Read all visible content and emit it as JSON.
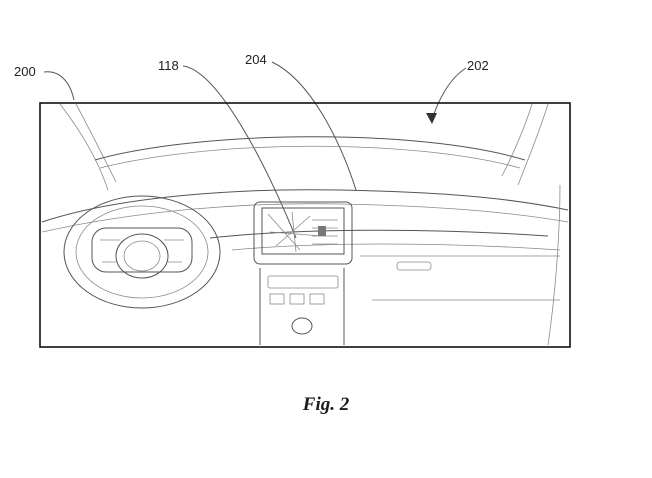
{
  "labels": {
    "ref_200": "200",
    "ref_118": "118",
    "ref_204": "204",
    "ref_202": "202"
  },
  "caption": "Fig. 2",
  "colors": {
    "line": "#555555",
    "border": "#111111"
  }
}
